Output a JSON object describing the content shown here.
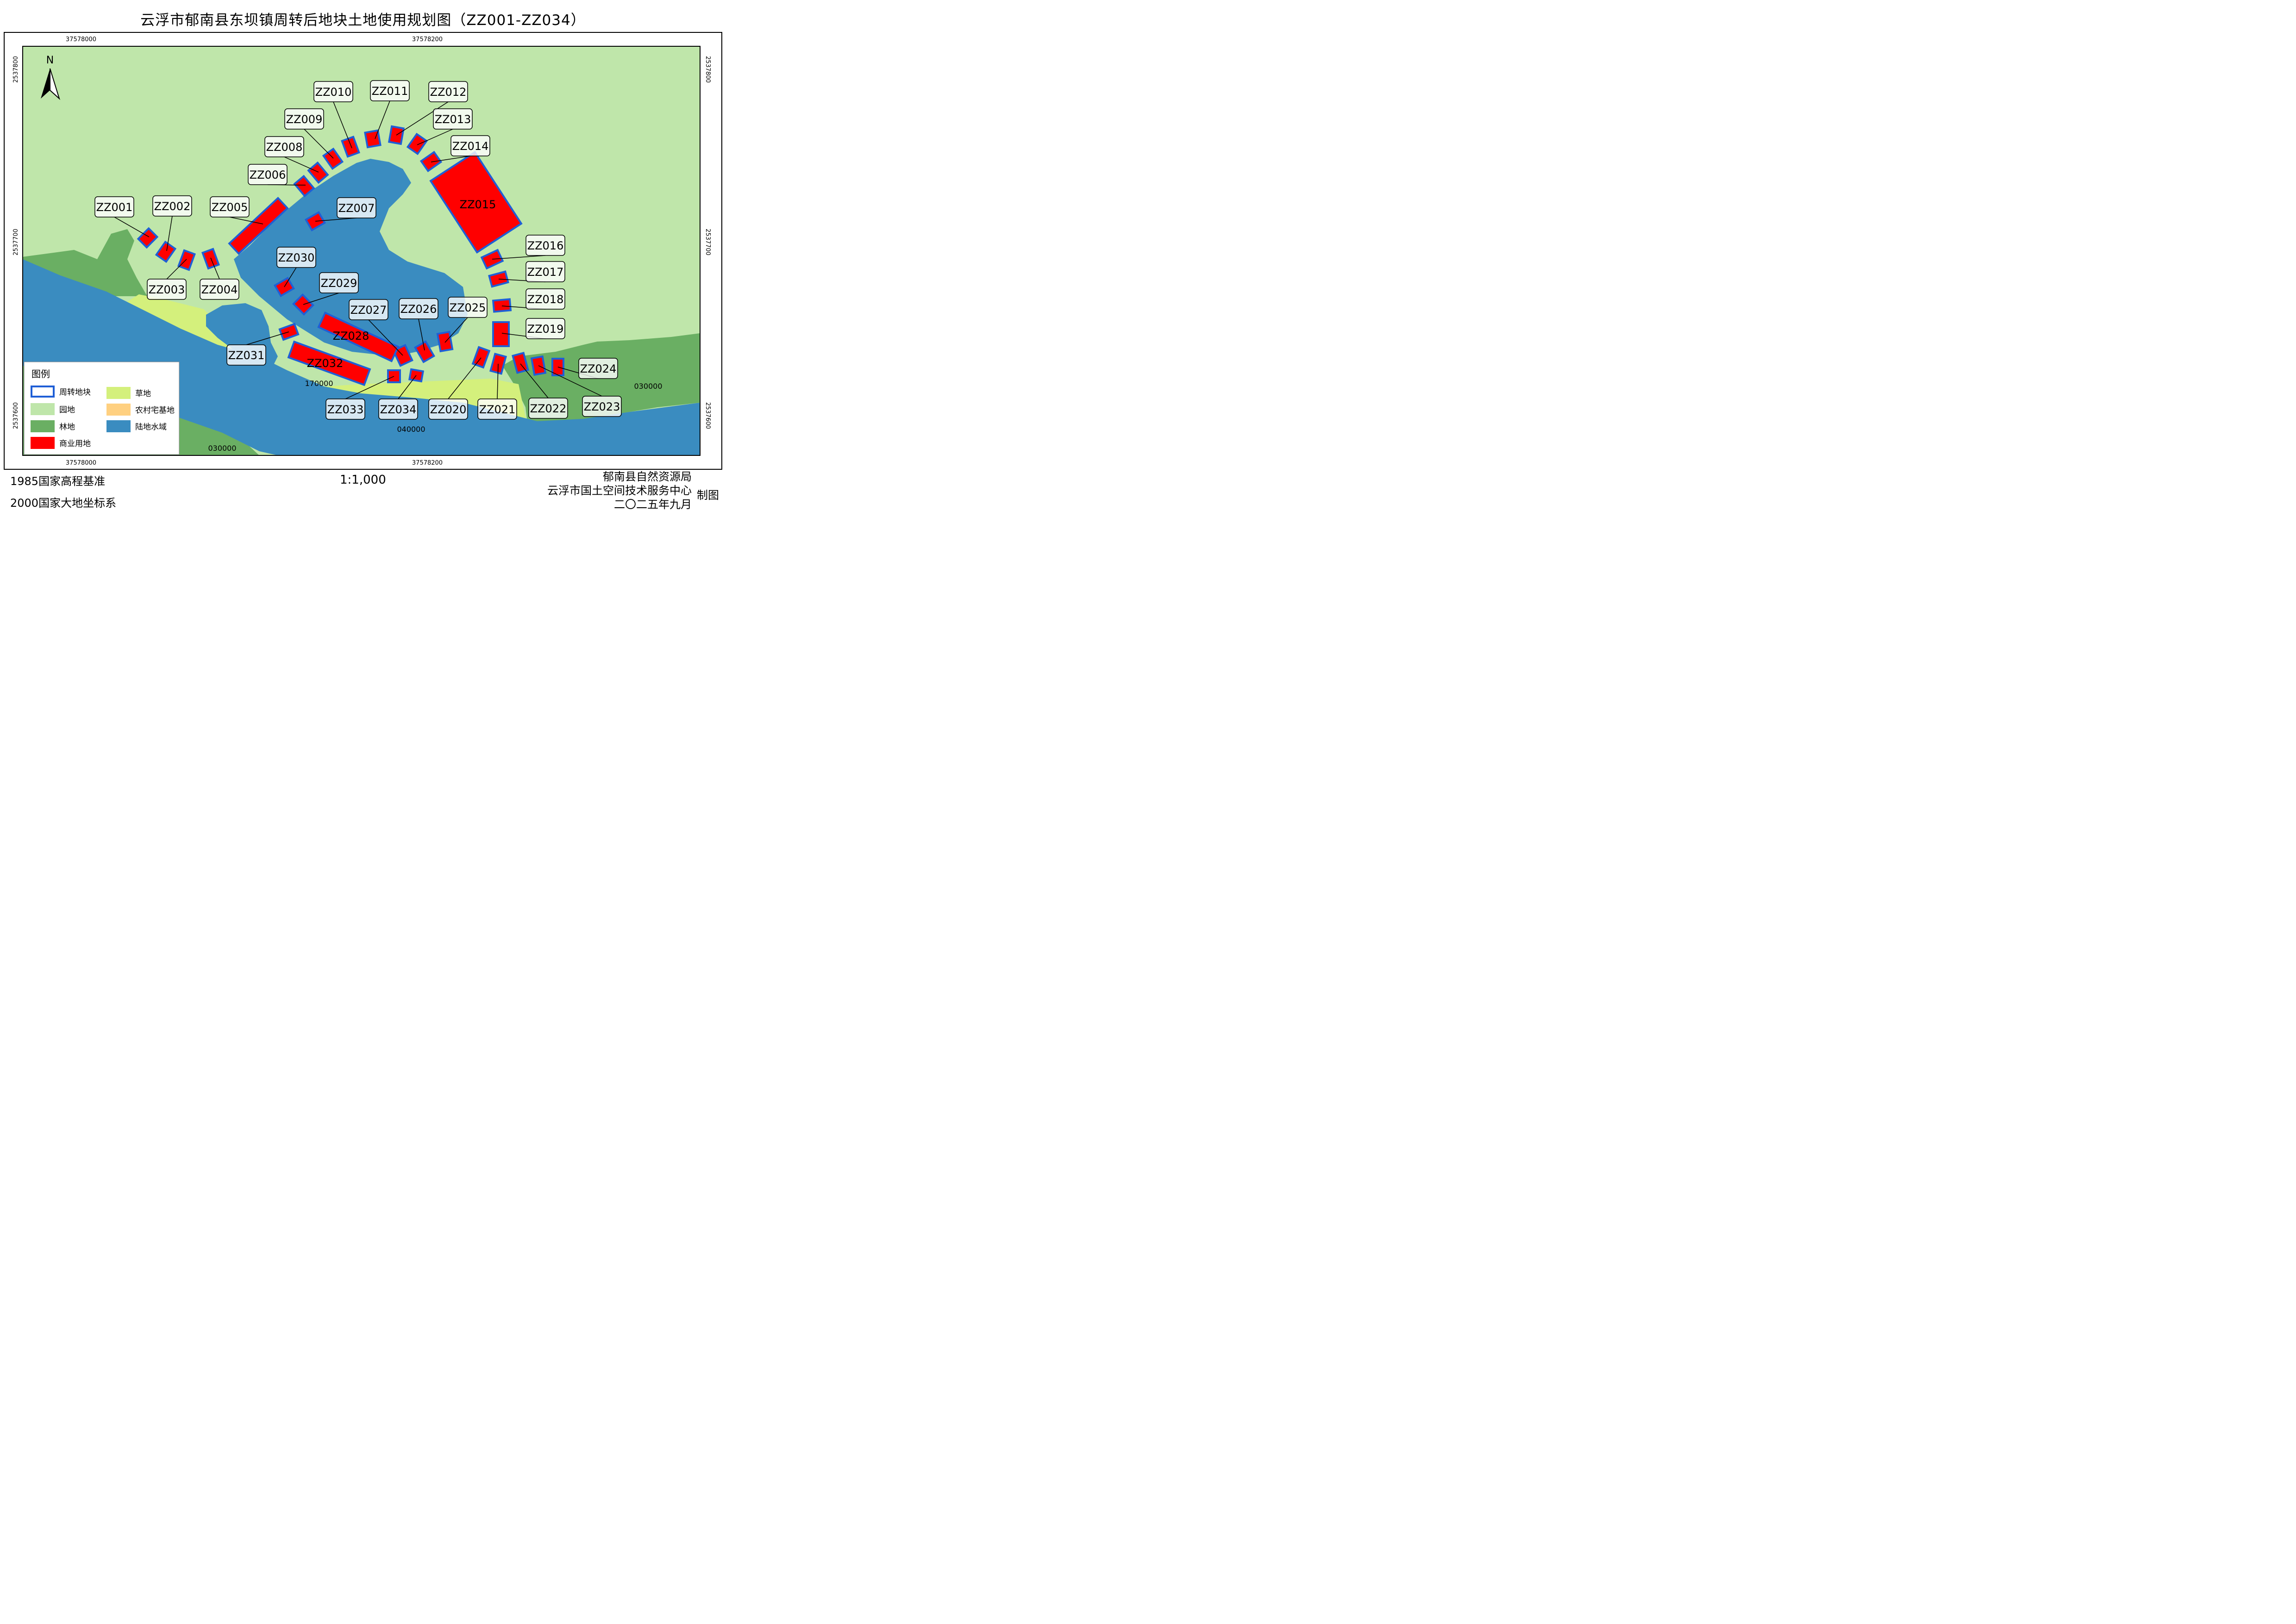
{
  "title": "云浮市郁南县东坝镇周转后地块土地使用规划图（ZZ001-ZZ034）",
  "north": "N",
  "coords": {
    "x1": "37578000",
    "x2": "37578200",
    "y1": "2537800",
    "y2": "2537700",
    "y3": "2537600"
  },
  "parcels": [
    "ZZ001",
    "ZZ002",
    "ZZ003",
    "ZZ004",
    "ZZ005",
    "ZZ006",
    "ZZ007",
    "ZZ008",
    "ZZ009",
    "ZZ010",
    "ZZ011",
    "ZZ012",
    "ZZ013",
    "ZZ014",
    "ZZ015",
    "ZZ016",
    "ZZ017",
    "ZZ018",
    "ZZ019",
    "ZZ020",
    "ZZ021",
    "ZZ022",
    "ZZ023",
    "ZZ024",
    "ZZ025",
    "ZZ026",
    "ZZ027",
    "ZZ028",
    "ZZ029",
    "ZZ030",
    "ZZ031",
    "ZZ032",
    "ZZ033",
    "ZZ034"
  ],
  "area_codes": {
    "c170": "170000",
    "c040": "040000",
    "c030a": "030000",
    "c030b": "030000"
  },
  "legend": {
    "title": "图例",
    "items": [
      {
        "label": "周转地块",
        "color": "#1f5fd6"
      },
      {
        "label": "园地",
        "color": "#bfe6aa"
      },
      {
        "label": "林地",
        "color": "#6aaf63"
      },
      {
        "label": "商业用地",
        "color": "#ff0000"
      },
      {
        "label": "草地",
        "color": "#d4f07c"
      },
      {
        "label": "农村宅基地",
        "color": "#ffd080"
      },
      {
        "label": "陆地水域",
        "color": "#3a8cc0"
      }
    ]
  },
  "footer": {
    "elevation": "1985国家高程基准",
    "coord_system": "2000国家大地坐标系",
    "scale": "1:1,000",
    "org1": "郁南县自然资源局",
    "org2": "云浮市国土空间技术服务中心",
    "date": "二〇二五年九月",
    "made": "制图"
  },
  "colors": {
    "orchard": "#bfe6aa",
    "forest": "#6aaf63",
    "grass": "#d4f07c",
    "water": "#3a8cc0",
    "commercial": "#ff0000",
    "parcel_border": "#1f5fd6"
  }
}
